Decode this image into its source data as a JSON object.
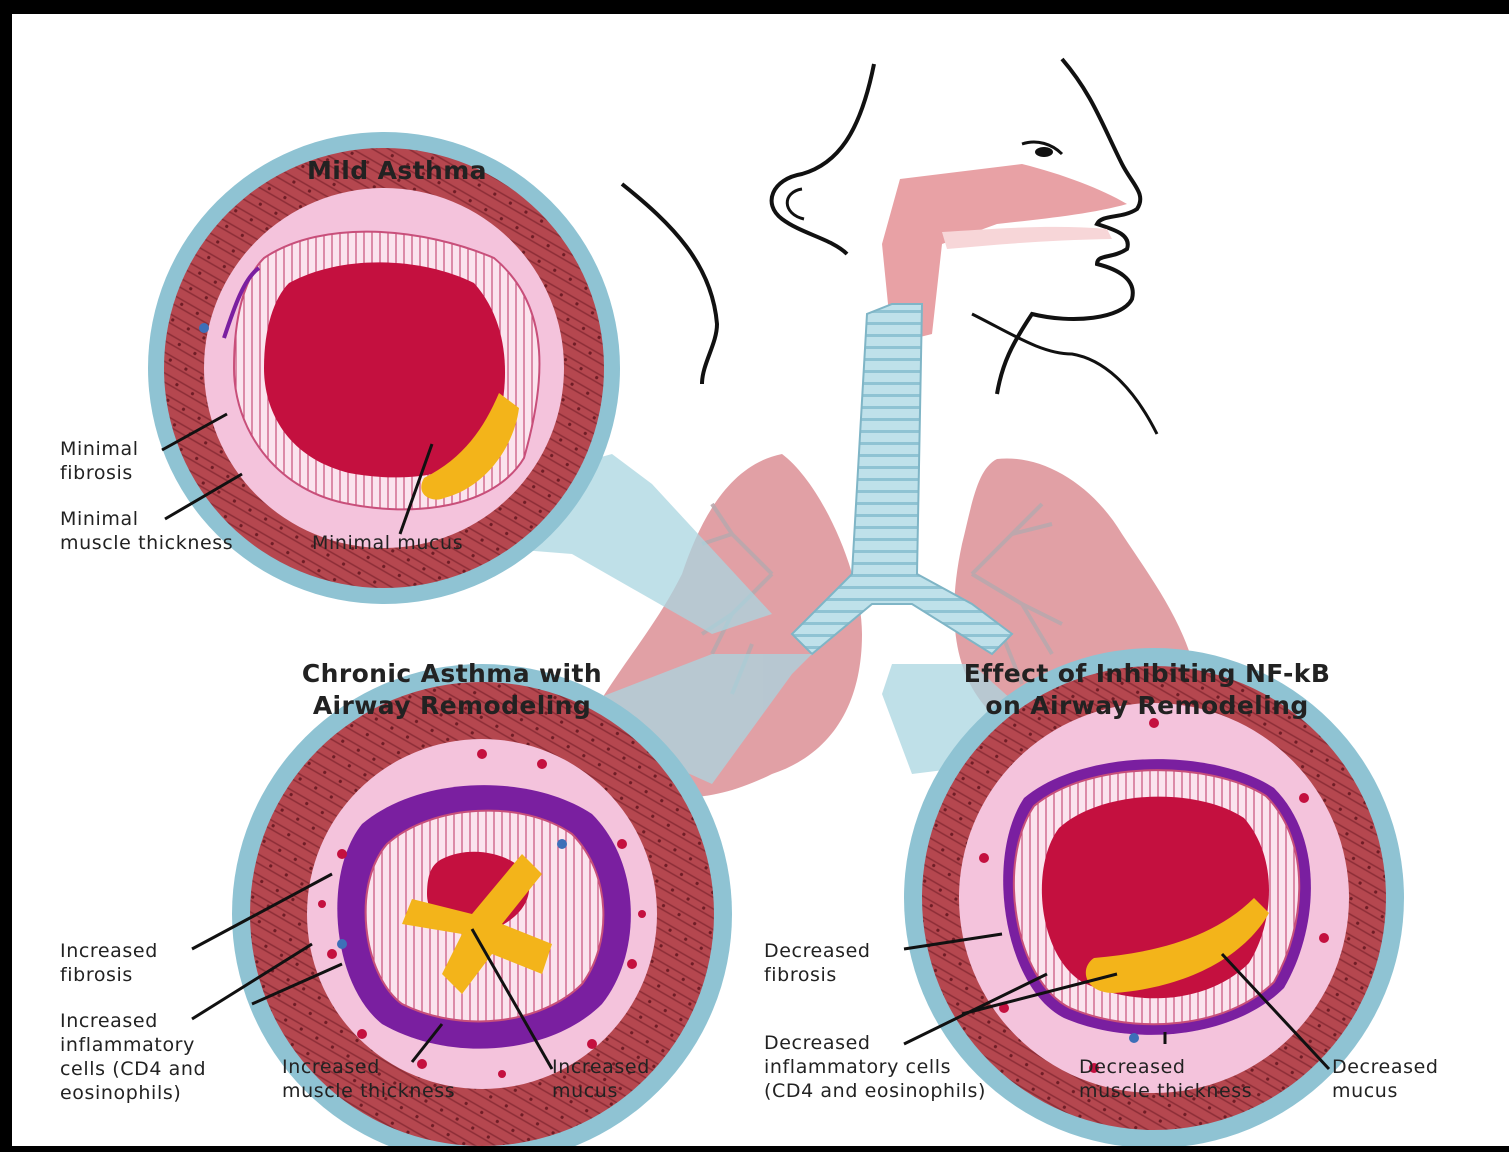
{
  "titles": {
    "mild": "Mild Asthma",
    "chronic": "Chronic Asthma with\nAirway Remodeling",
    "effect": "Effect of Inhibiting NF-kB\non Airway Remodeling"
  },
  "labels": {
    "mild_fibrosis": "Minimal\nfibrosis",
    "mild_muscle": "Minimal\nmuscle thickness",
    "mild_mucus": "Minimal mucus",
    "chronic_fibrosis": "Increased\nfibrosis",
    "chronic_cells": "Increased\ninflammatory\ncells (CD4 and\neosinophils)",
    "chronic_muscle": "Increased\nmuscle thickness",
    "chronic_mucus": "Increased\nmucus",
    "effect_fibrosis": "Decreased\nfibrosis",
    "effect_cells": "Decreased\ninflammatory cells\n(CD4 and eosinophils)",
    "effect_muscle": "Decreased\nmuscle thickness",
    "effect_mucus": "Decreased\nmucus"
  },
  "colors": {
    "muscle": "#b5474f",
    "submucosa": "#f4c3dc",
    "lumen": "#c4103f",
    "mucus": "#f3b41a",
    "fibrosis": "#7a1fa0",
    "adventitia": "#7eb7c8",
    "lung": "#dc8f95",
    "trachea": "#a9d5e0"
  }
}
